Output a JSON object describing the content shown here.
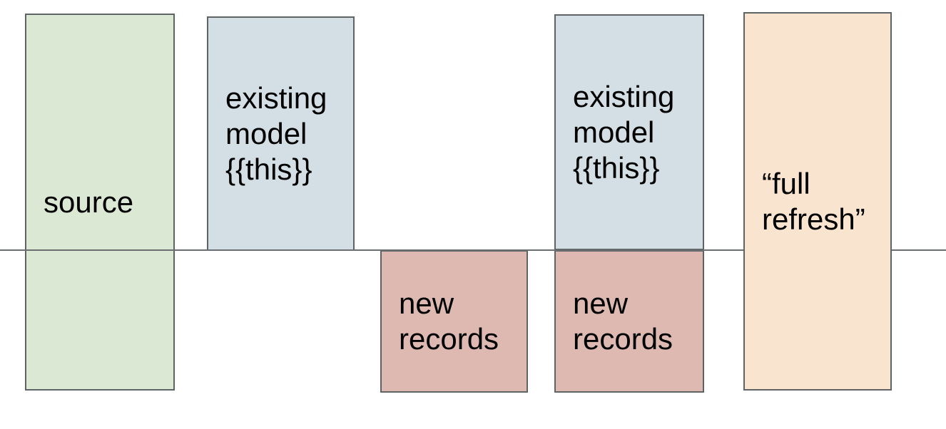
{
  "diagram": {
    "background_color": "#ffffff",
    "text_color": "#000000",
    "border_color": "#5e6366",
    "divider_line": {
      "color": "#6a6e70"
    },
    "boxes": [
      {
        "id": "source",
        "label": "source",
        "fill": "#dbe8d4"
      },
      {
        "id": "existing-model-1",
        "label": "existing\nmodel\n{{this}}",
        "fill": "#d3dfe4"
      },
      {
        "id": "new-records-1",
        "label": "new\nrecords",
        "fill": "#ddb9b1"
      },
      {
        "id": "existing-model-2",
        "label": "existing\nmodel\n{{this}}",
        "fill": "#d3dfe4"
      },
      {
        "id": "new-records-2",
        "label": "new\nrecords",
        "fill": "#ddb9b1"
      },
      {
        "id": "full-refresh",
        "label": "“full\nrefresh”",
        "fill": "#f8e4cf"
      }
    ]
  }
}
